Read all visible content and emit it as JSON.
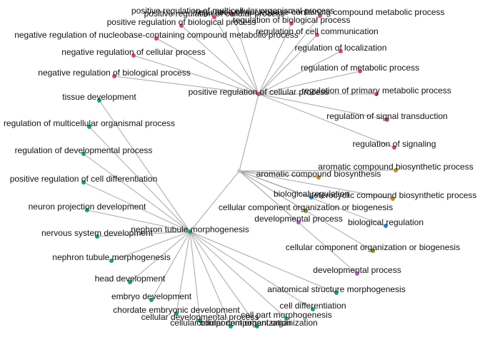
{
  "palette": {
    "pink": "#d1497a",
    "teal": "#1a9c86",
    "orange": "#c98a1f",
    "blue": "#2d7fc5",
    "green": "#6a9a24",
    "purple": "#b357c9",
    "hub": "#c4c4c4",
    "edge": "#a6a6a6"
  },
  "hubs": [
    {
      "id": "root",
      "label": ""
    },
    {
      "id": "posreg",
      "label": "positive regulation of cellular process"
    },
    {
      "id": "nephron",
      "label": "nephron tubule morphogenesis"
    }
  ],
  "nodes": [
    {
      "id": "n1",
      "label": "positive regulation of multicellular organismal process",
      "parent": "posreg",
      "color": "pink"
    },
    {
      "id": "n2",
      "label": "positive regulation of cellular process",
      "parent": "posreg",
      "color": "pink"
    },
    {
      "id": "n3",
      "label": "regulation of nucleobase-containing compound metabolic process",
      "parent": "posreg",
      "color": "pink"
    },
    {
      "id": "n4",
      "label": "positive regulation of biological process",
      "parent": "posreg",
      "color": "pink"
    },
    {
      "id": "n5",
      "label": "regulation of biological process",
      "parent": "posreg",
      "color": "pink"
    },
    {
      "id": "n6",
      "label": "negative regulation of nucleobase-containing compound metabolic process",
      "parent": "posreg",
      "color": "pink"
    },
    {
      "id": "n7",
      "label": "regulation of cell communication",
      "parent": "posreg",
      "color": "pink"
    },
    {
      "id": "n8",
      "label": "negative regulation of cellular process",
      "parent": "posreg",
      "color": "pink"
    },
    {
      "id": "n9",
      "label": "regulation of localization",
      "parent": "posreg",
      "color": "pink"
    },
    {
      "id": "n10",
      "label": "negative regulation of biological process",
      "parent": "posreg",
      "color": "pink"
    },
    {
      "id": "n11",
      "label": "regulation of metabolic process",
      "parent": "posreg",
      "color": "pink"
    },
    {
      "id": "n12",
      "label": "regulation of primary metabolic process",
      "parent": "posreg",
      "color": "pink"
    },
    {
      "id": "n13",
      "label": "regulation of signal transduction",
      "parent": "posreg",
      "color": "pink"
    },
    {
      "id": "n14",
      "label": "regulation of signaling",
      "parent": "posreg",
      "color": "pink"
    },
    {
      "id": "m1",
      "label": "aromatic compound biosynthetic process",
      "parent": "root",
      "color": "orange"
    },
    {
      "id": "m2",
      "label": "aromatic compound biosynthesis",
      "parent": "root",
      "color": "orange"
    },
    {
      "id": "m3",
      "label": "heterocyclic compound biosynthetic process",
      "parent": "root",
      "color": "orange"
    },
    {
      "id": "m4",
      "label": "biological regulation",
      "parent": "root",
      "color": "blue"
    },
    {
      "id": "m5",
      "label": "cellular component organization or biogenesis",
      "parent": "root",
      "color": "green"
    },
    {
      "id": "m6",
      "label": "developmental process",
      "parent": "root",
      "color": "purple"
    },
    {
      "id": "m7",
      "label": "biological regulation",
      "parent": "root",
      "color": "blue"
    },
    {
      "id": "m8",
      "label": "cellular component organization or biogenesis",
      "parent": "root",
      "color": "green"
    },
    {
      "id": "m9",
      "label": "developmental process",
      "parent": "root",
      "color": "purple"
    },
    {
      "id": "t1",
      "label": "tissue development",
      "parent": "nephron",
      "color": "teal"
    },
    {
      "id": "t2",
      "label": "regulation of multicellular organismal process",
      "parent": "nephron",
      "color": "teal"
    },
    {
      "id": "t3",
      "label": "regulation of developmental process",
      "parent": "nephron",
      "color": "teal"
    },
    {
      "id": "t4",
      "label": "positive regulation of cell differentiation",
      "parent": "nephron",
      "color": "teal"
    },
    {
      "id": "t5",
      "label": "neuron projection development",
      "parent": "nephron",
      "color": "teal"
    },
    {
      "id": "t6",
      "label": "nervous system development",
      "parent": "nephron",
      "color": "teal"
    },
    {
      "id": "t7",
      "label": "nephron tubule morphogenesis",
      "parent": "nephron",
      "color": "teal"
    },
    {
      "id": "t8",
      "label": "head development",
      "parent": "nephron",
      "color": "teal"
    },
    {
      "id": "t9",
      "label": "embryo development",
      "parent": "nephron",
      "color": "teal"
    },
    {
      "id": "t10",
      "label": "chordate embryonic development",
      "parent": "nephron",
      "color": "teal"
    },
    {
      "id": "t11",
      "label": "cellular developmental process",
      "parent": "nephron",
      "color": "teal"
    },
    {
      "id": "t12",
      "label": "cellular component organization",
      "parent": "nephron",
      "color": "teal"
    },
    {
      "id": "t13",
      "label": "cellular component organization",
      "parent": "nephron",
      "color": "teal"
    },
    {
      "id": "t14",
      "label": "cell part morphogenesis",
      "parent": "nephron",
      "color": "teal"
    },
    {
      "id": "t15",
      "label": "cell differentiation",
      "parent": "nephron",
      "color": "teal"
    },
    {
      "id": "t16",
      "label": "anatomical structure morphogenesis",
      "parent": "nephron",
      "color": "teal"
    }
  ]
}
